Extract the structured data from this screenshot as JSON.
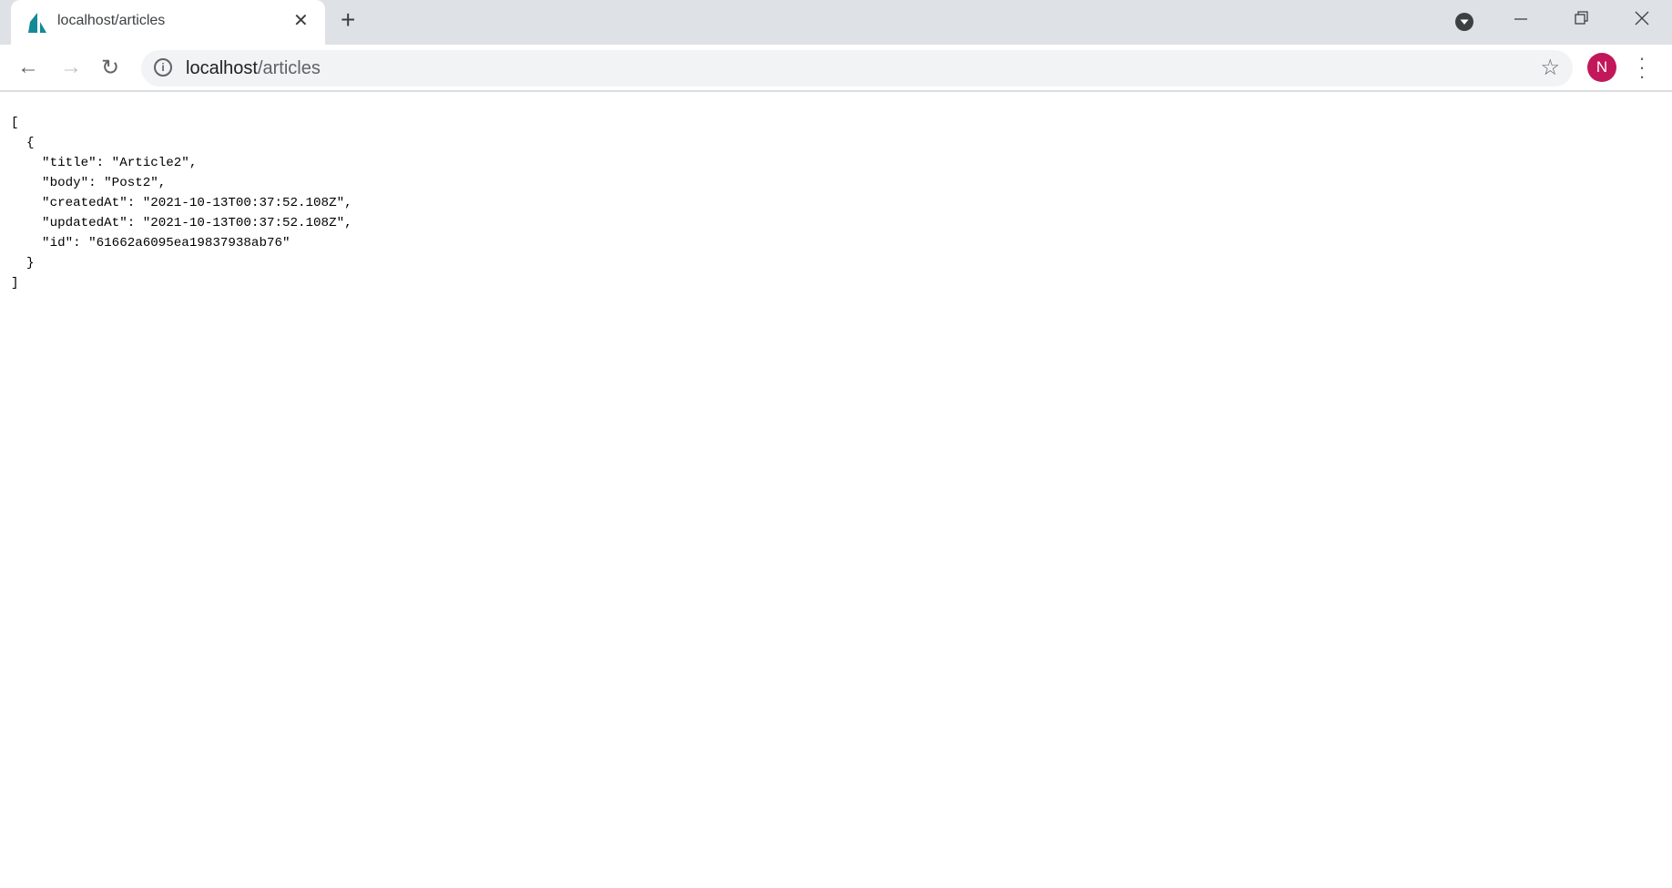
{
  "tab": {
    "title": "localhost/articles"
  },
  "address": {
    "host": "localhost",
    "path": "/articles"
  },
  "profile": {
    "initial": "N",
    "color": "#c2185b"
  },
  "json_text": "[\n  {\n    \"title\": \"Article2\",\n    \"body\": \"Post2\",\n    \"createdAt\": \"2021-10-13T00:37:52.108Z\",\n    \"updatedAt\": \"2021-10-13T00:37:52.108Z\",\n    \"id\": \"61662a6095ea19837938ab76\"\n  }\n]"
}
